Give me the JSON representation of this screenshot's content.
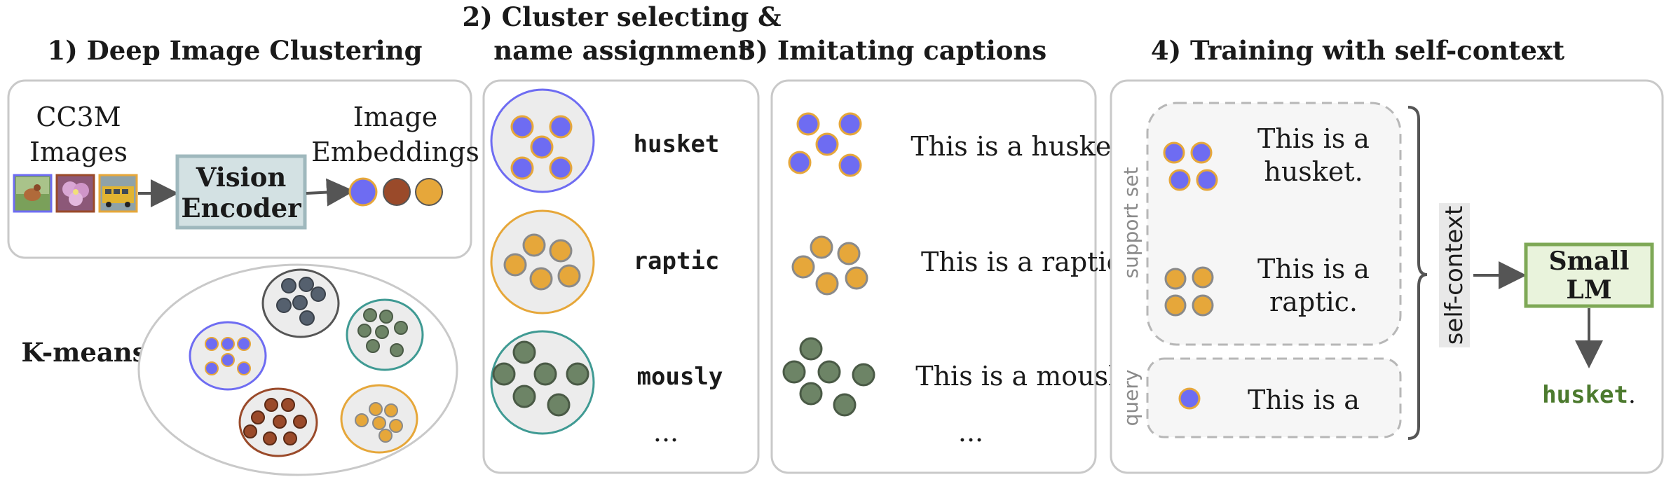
{
  "panels": {
    "p1": {
      "title": "1) Deep Image Clustering",
      "images_label_1": "CC3M",
      "images_label_2": "Images",
      "encoder_label_1": "Vision",
      "encoder_label_2": "Encoder",
      "embeddings_label_1": "Image",
      "embeddings_label_2": "Embeddings",
      "kmeans_label": "K-means"
    },
    "p2": {
      "title_line1": "2) Cluster selecting &",
      "title_line2": "name assignment",
      "names": [
        "husket",
        "raptic",
        "mously"
      ],
      "ellipsis": "..."
    },
    "p3": {
      "title": "3) Imitating captions",
      "captions": [
        "This is a husket.",
        "This is a raptic.",
        "This is a mously."
      ],
      "ellipsis": "..."
    },
    "p4": {
      "title": "4) Training with self-context",
      "support_label": "support set",
      "query_label": "query",
      "support_1_line1": "This is a",
      "support_1_line2": "husket.",
      "support_2_line1": "This is a",
      "support_2_line2": "raptic.",
      "query_text": "This is a",
      "self_context_label": "self-context",
      "lm_label_1": "Small",
      "lm_label_2": "LM",
      "output_word": "husket",
      "output_period": "."
    }
  },
  "colors": {
    "purple": "#6e6cf2",
    "orange": "#e6a73a",
    "green": "#6d8466",
    "dark_slate": "#55606e",
    "brown": "#9a4a2a",
    "encoder_fill": "#d3e1e3",
    "encoder_stroke": "#9fb8bd",
    "lm_fill": "#e9f3dc",
    "lm_stroke": "#7ea856",
    "output_green": "#4c7a2e"
  },
  "icons": [
    "bird-image-icon",
    "flower-image-icon",
    "bus-image-icon"
  ]
}
